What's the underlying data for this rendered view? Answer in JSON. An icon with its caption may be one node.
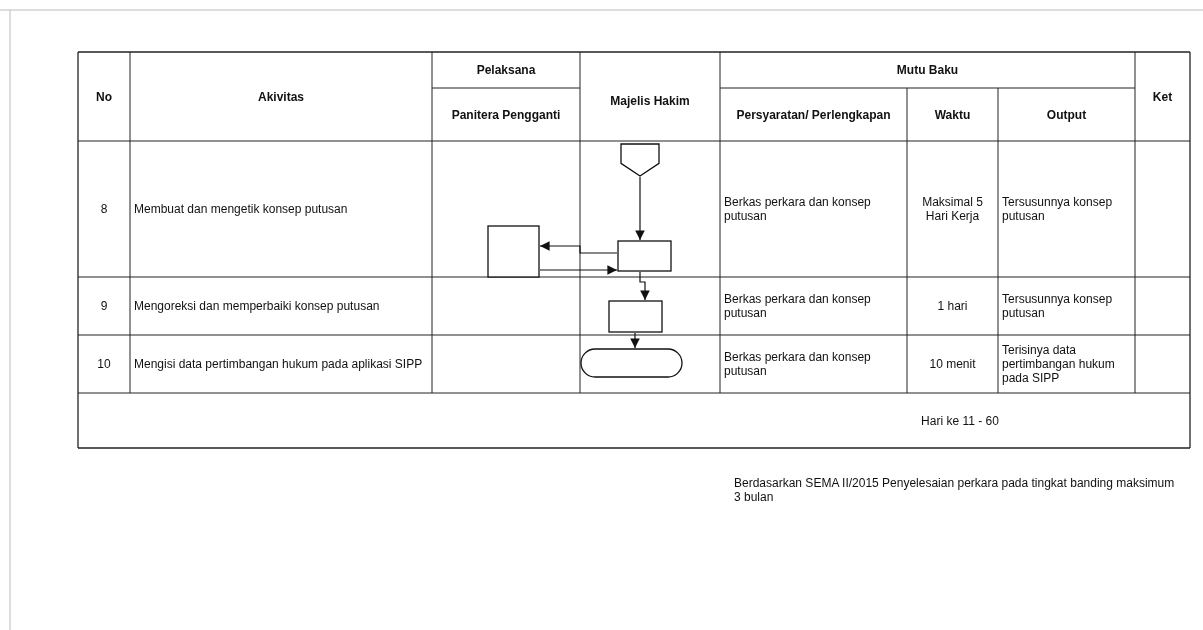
{
  "diagram": {
    "nodes": [
      {
        "text": [],
        "shape": "pentagon"
      },
      {
        "text": [],
        "shape": "box"
      },
      {
        "text": [],
        "shape": "box"
      },
      {
        "text": [],
        "shape": "box"
      },
      {
        "text": [],
        "shape": "oval"
      }
    ],
    "edges": [
      {
        "from": 0,
        "to": 2,
        "arrow": "to"
      },
      {
        "from": 2,
        "to": 1,
        "arrow": "to"
      },
      {
        "from": 1,
        "to": 2,
        "arrow": "to"
      },
      {
        "from": 2,
        "to": 3,
        "arrow": "to"
      },
      {
        "from": 3,
        "to": 4,
        "arrow": "to"
      }
    ],
    "labels": [
      "No",
      "Akivitas",
      "Pelaksana",
      "Mutu Baku",
      "Ket",
      "Panitera Pengganti",
      "Majelis Hakim",
      "Persyaratan/ Perlengkapan",
      "Waktu",
      "Output",
      "8",
      "Membuat dan mengetik konsep putusan",
      "Berkas perkara dan konsep putusan",
      "Maksimal 5 Hari Kerja",
      "Tersusunnya konsep putusan",
      "9",
      "Mengoreksi dan memperbaiki konsep putusan",
      "Berkas perkara dan konsep putusan",
      "1 hari",
      "Tersusunnya konsep putusan",
      "10",
      "Mengisi data pertimbangan hukum pada aplikasi SIPP",
      "Berkas perkara dan konsep putusan",
      "10 menit",
      "Terisinya data pertimbangan hukum pada SIPP",
      "Hari ke 11 - 60",
      "Berdasarkan SEMA II/2015 Penyelesaian perkara pada tingkat banding maksimum 3 bulan"
    ]
  }
}
